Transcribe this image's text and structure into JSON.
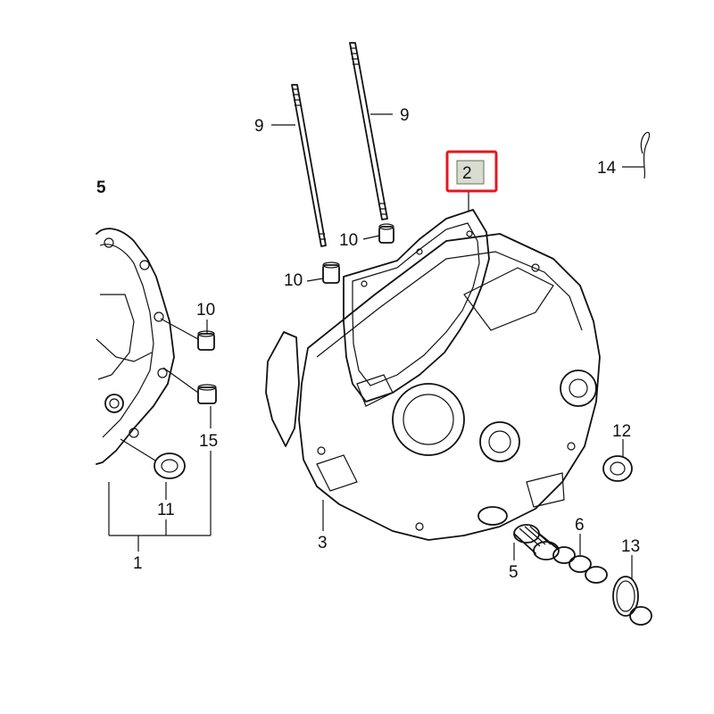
{
  "diagram": {
    "callouts": [
      {
        "id": "c9a",
        "label": "9"
      },
      {
        "id": "c9b",
        "label": "9"
      },
      {
        "id": "c2",
        "label": "2"
      },
      {
        "id": "c14",
        "label": "14"
      },
      {
        "id": "c5edge",
        "label": "5"
      },
      {
        "id": "c10a",
        "label": "10"
      },
      {
        "id": "c10b",
        "label": "10"
      },
      {
        "id": "c10c",
        "label": "10"
      },
      {
        "id": "c15",
        "label": "15"
      },
      {
        "id": "c11",
        "label": "11"
      },
      {
        "id": "c1",
        "label": "1"
      },
      {
        "id": "c3",
        "label": "3"
      },
      {
        "id": "c12",
        "label": "12"
      },
      {
        "id": "c6",
        "label": "6"
      },
      {
        "id": "c5",
        "label": "5"
      },
      {
        "id": "c13",
        "label": "13"
      }
    ],
    "highlight": {
      "label": "2",
      "border_color": "#e0191f"
    }
  }
}
